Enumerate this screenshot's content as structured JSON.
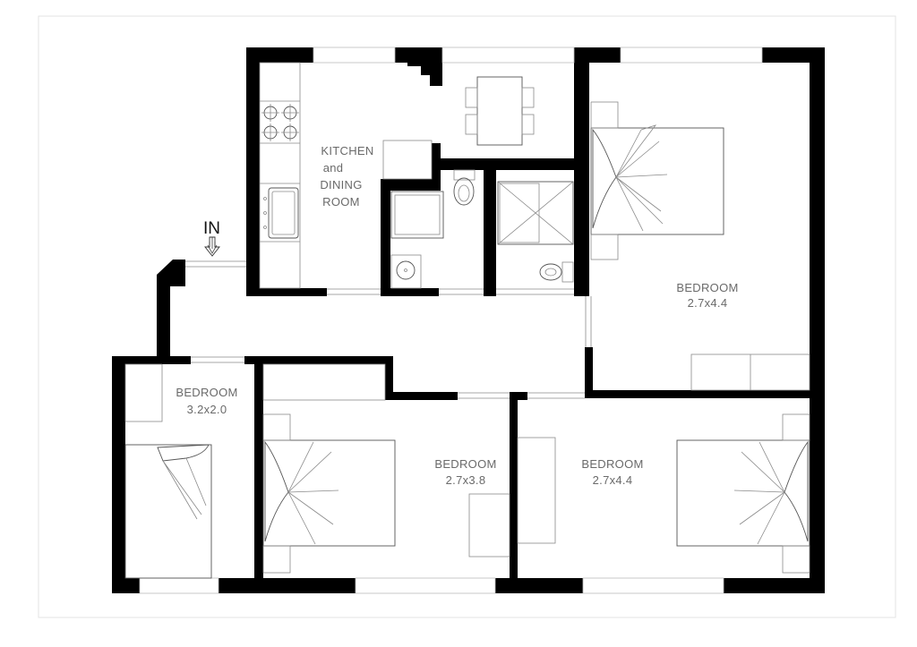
{
  "plan": {
    "entrance": {
      "label": "IN"
    },
    "rooms": [
      {
        "id": "kitchen",
        "lines": [
          "KITCHEN",
          "and",
          "DINING",
          "ROOM"
        ]
      },
      {
        "id": "bedroom-east",
        "lines": [
          "BEDROOM",
          "2.7x4.4"
        ]
      },
      {
        "id": "bedroom-small",
        "lines": [
          "BEDROOM",
          "3.2x2.0"
        ]
      },
      {
        "id": "bedroom-middle",
        "lines": [
          "BEDROOM",
          "2.7x3.8"
        ]
      },
      {
        "id": "bedroom-southeast",
        "lines": [
          "BEDROOM",
          "2.7x4.4"
        ]
      }
    ]
  }
}
